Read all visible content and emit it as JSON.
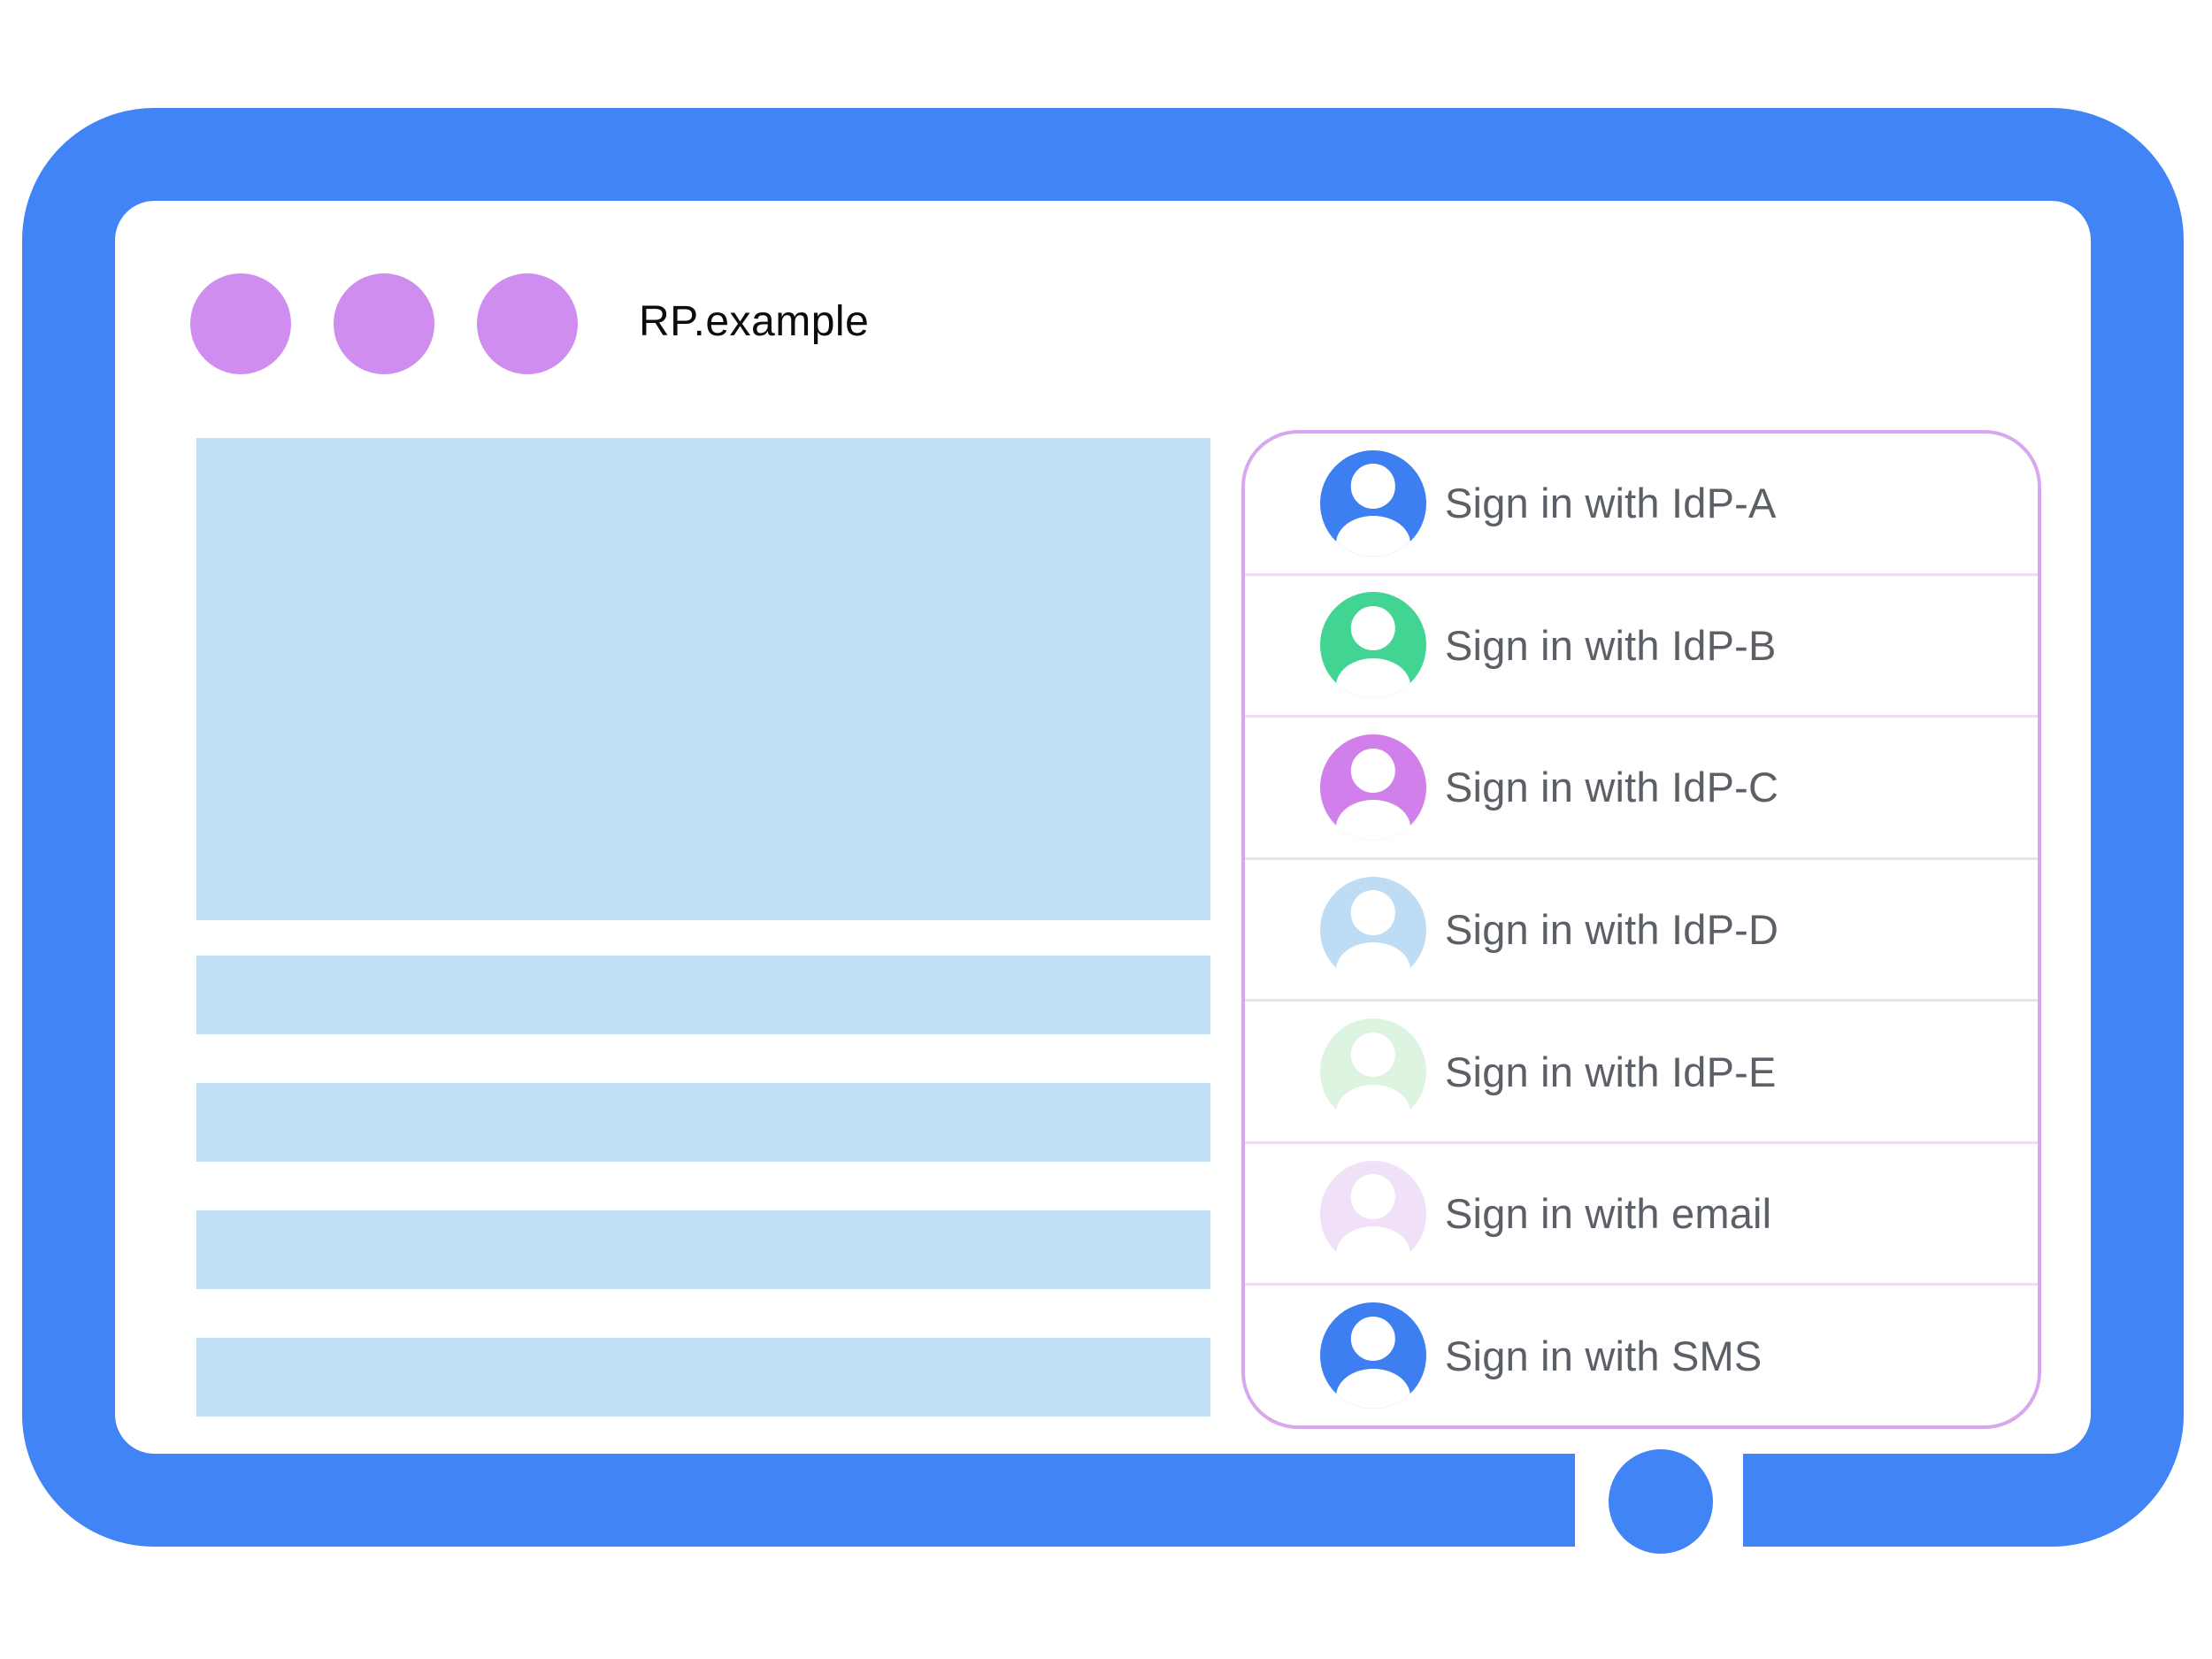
{
  "window": {
    "title": "RP.example",
    "frame_color": "#4184f6",
    "dot_color": "#cf8eef",
    "placeholder_color": "#bfe0f5",
    "dots_count": 3
  },
  "signin_panel": {
    "border_color": "#d9a7ee",
    "divider_color": "#f0dcf2",
    "label_color": "#5b5f66",
    "items": [
      {
        "label": "Sign in with IdP-A",
        "avatar_color": "#3d7ef0",
        "person_color": "#ffffff"
      },
      {
        "label": "Sign in with IdP-B",
        "avatar_color": "#42d492",
        "person_color": "#ffffff"
      },
      {
        "label": "Sign in with IdP-C",
        "avatar_color": "#d17fea",
        "person_color": "#ffffff"
      },
      {
        "label": "Sign in with IdP-D",
        "avatar_color": "#beddf5",
        "person_color": "#ffffff"
      },
      {
        "label": "Sign in with IdP-E",
        "avatar_color": "#dcf4e0",
        "person_color": "#ffffff"
      },
      {
        "label": "Sign in with email",
        "avatar_color": "#f0e1f8",
        "person_color": "#ffffff"
      },
      {
        "label": "Sign in with SMS",
        "avatar_color": "#3d7ef0",
        "person_color": "#ffffff"
      }
    ]
  }
}
